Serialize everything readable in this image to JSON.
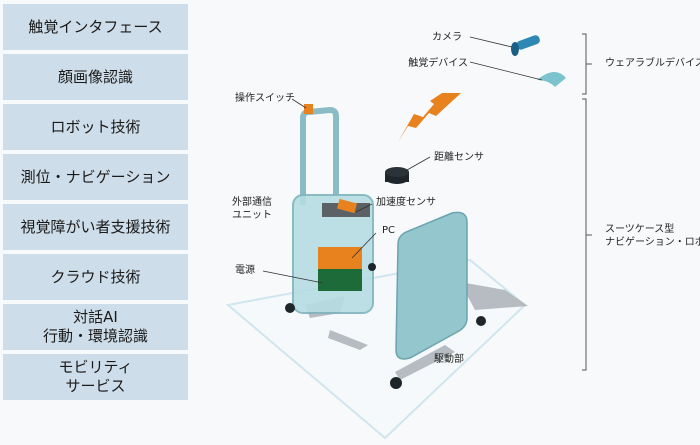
{
  "tech_list": [
    {
      "label": "触覚インタフェース"
    },
    {
      "label": "顔画像認識"
    },
    {
      "label": "ロボット技術"
    },
    {
      "label": "測位・ナビゲーション"
    },
    {
      "label": "視覚障がい者支援技術"
    },
    {
      "label": "クラウド技術"
    },
    {
      "label": "対話AI\n行動・環境認識"
    },
    {
      "label": "モビリティ\nサービス"
    }
  ],
  "components": {
    "camera": "カメラ",
    "haptic_device": "触覚デバイス",
    "switch": "操作スイッチ",
    "distance_sensor": "距離センサ",
    "comm_unit_line1": "外部通信",
    "comm_unit_line2": "ユニット",
    "accel_sensor": "加速度センサ",
    "pc": "PC",
    "power": "電源",
    "drive": "駆動部"
  },
  "groups": {
    "wearable": "ウェアラブルデバイス",
    "robot_line1": "スーツケース型",
    "robot_line2": "ナビゲーション・ロボット"
  },
  "colors": {
    "box": "#cddde9",
    "case": "#92c7cd",
    "orange": "#e8821e",
    "green": "#1e6b3a",
    "dark": "#1f262b",
    "camera": "#2f87b6"
  }
}
